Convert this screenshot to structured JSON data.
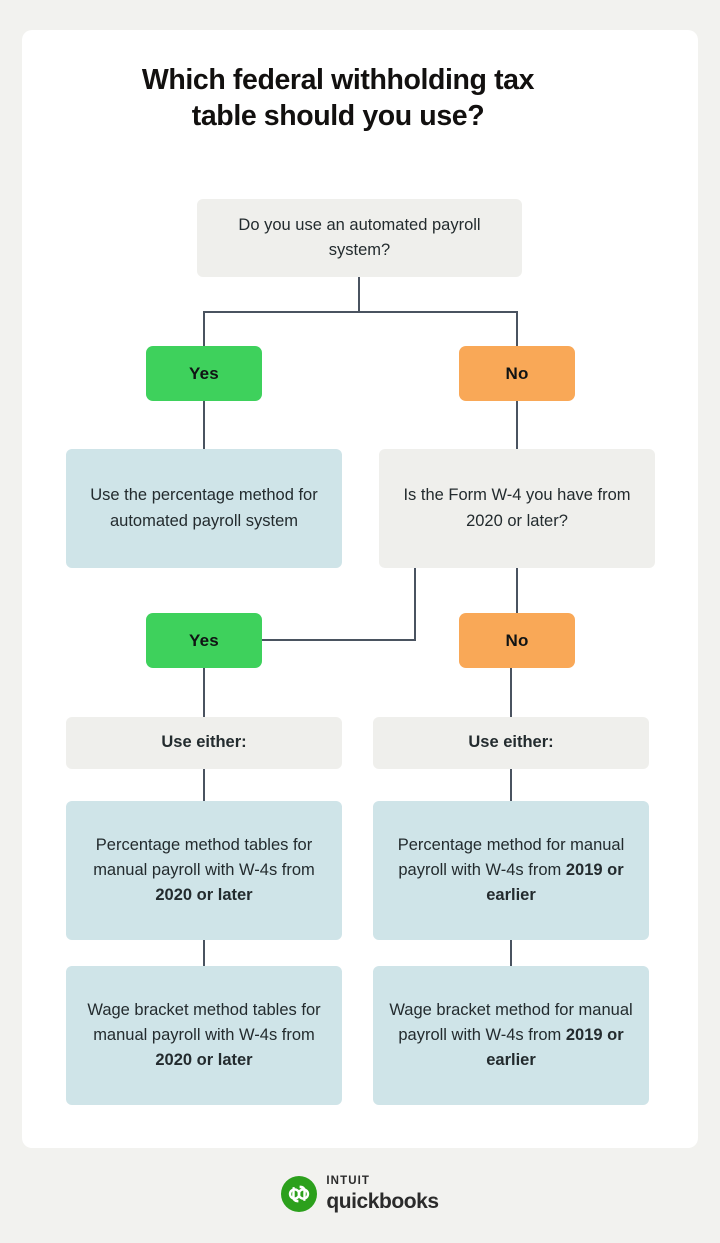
{
  "meta": {
    "title": "Which federal withholding tax table should you use?"
  },
  "colors": {
    "page_background": "#f2f2ef",
    "card_background": "#ffffff",
    "neutral_box": "#efefec",
    "info_box": "#cfe4e8",
    "yes_pill": "#3ed15c",
    "no_pill": "#f9a857",
    "connector": "#4a5360",
    "text": "#232b2e",
    "brand_green": "#2ca01c"
  },
  "heading": {
    "line1": "Which federal withholding tax",
    "line2": "table should you use?"
  },
  "flow": {
    "question_1": "Do you use an automated payroll system?",
    "branch_1": {
      "yes_label": "Yes",
      "no_label": "No"
    },
    "result_automated": "Use the percentage method for automated payroll system",
    "question_2": "Is the Form W-4 you have from 2020 or later?",
    "branch_2": {
      "yes_label": "Yes",
      "no_label": "No"
    },
    "use_either_left": "Use either:",
    "use_either_right": "Use either:",
    "outputs_left": [
      {
        "text": "Percentage method tables for manual payroll with W-4s from ",
        "emphasis": "2020 or later"
      },
      {
        "text": "Wage bracket method tables for manual payroll with W-4s from ",
        "emphasis": "2020 or later"
      }
    ],
    "outputs_right": [
      {
        "text": "Percentage method for manual payroll with W-4s from ",
        "emphasis": "2019 or earlier"
      },
      {
        "text": "Wage bracket method for manual payroll with W-4s from ",
        "emphasis": "2019 or earlier"
      }
    ]
  },
  "logo": {
    "brand_top": "INTUIT",
    "brand_main": "quickbooks",
    "mark_text": "qb"
  }
}
